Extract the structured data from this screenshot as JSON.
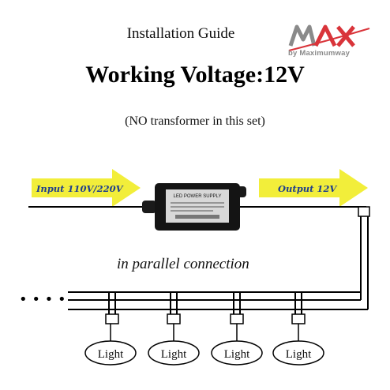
{
  "header": {
    "title": "Installation Guide",
    "voltage": "Working Voltage:12V",
    "note": "(NO transformer in this set)"
  },
  "logo": {
    "brand": "MAX",
    "tagline": "by Maximumway"
  },
  "diagram": {
    "input_label": "Input 110V/220V",
    "output_label": "Output 12V",
    "psu_label": "LED POWER SUPPLY",
    "connection_label": "in parallel connection",
    "continuation": "• • • •",
    "lights": [
      "Light",
      "Light",
      "Light",
      "Light"
    ]
  },
  "colors": {
    "arrow": "#f2ee3a",
    "arrow_text": "#1f3f8c",
    "logo_red": "#d9343a",
    "logo_gray": "#8a8a8a",
    "wire": "#000000"
  }
}
